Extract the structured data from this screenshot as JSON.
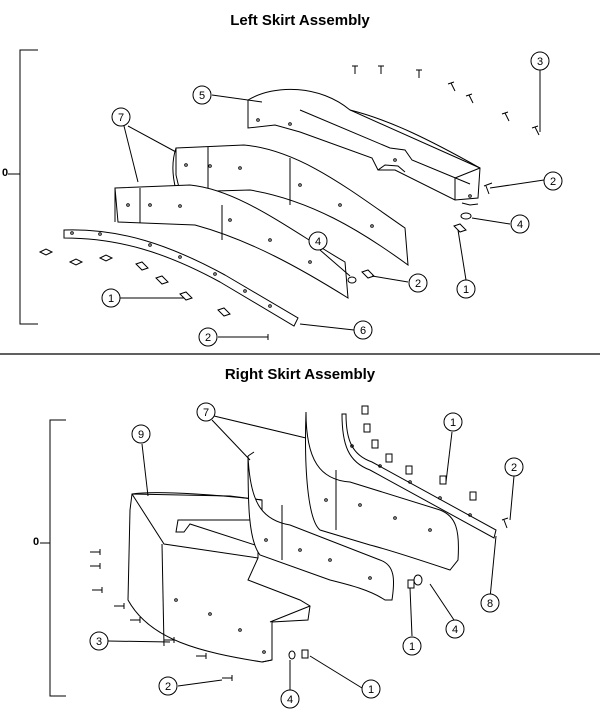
{
  "diagram": {
    "sections": [
      {
        "title": "Left Skirt Assembly",
        "bracket_label": "0"
      },
      {
        "title": "Right Skirt Assembly",
        "bracket_label": "0"
      }
    ],
    "callouts_left": [
      "5",
      "3",
      "7",
      "2",
      "4",
      "4",
      "2",
      "1",
      "1",
      "6",
      "2"
    ],
    "callouts_right": [
      "9",
      "7",
      "1",
      "2",
      "3",
      "8",
      "1",
      "4",
      "2",
      "4",
      "1"
    ],
    "colors": {
      "line": "#000000",
      "background": "#ffffff"
    }
  }
}
